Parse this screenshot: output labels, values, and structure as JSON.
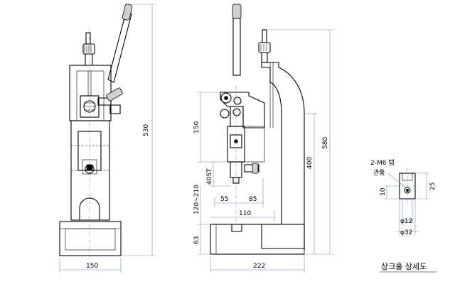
{
  "front_view": {
    "width_label": "150",
    "height_label": "530"
  },
  "side_view": {
    "stroke_label": "150",
    "stroke2_label": "40ST",
    "range_label": "120~210",
    "offset_55": "55",
    "offset_85": "85",
    "slot_label": "110",
    "base_label": "63",
    "height_400": "400",
    "height_580": "580",
    "width_label": "222"
  },
  "detail": {
    "note_line1": "2-M6 탭",
    "note_line2": "관통",
    "dim_10": "10",
    "dim_25": "25",
    "dim_12": "φ12",
    "dim_32": "φ32",
    "caption": "상크홀 상세도"
  }
}
